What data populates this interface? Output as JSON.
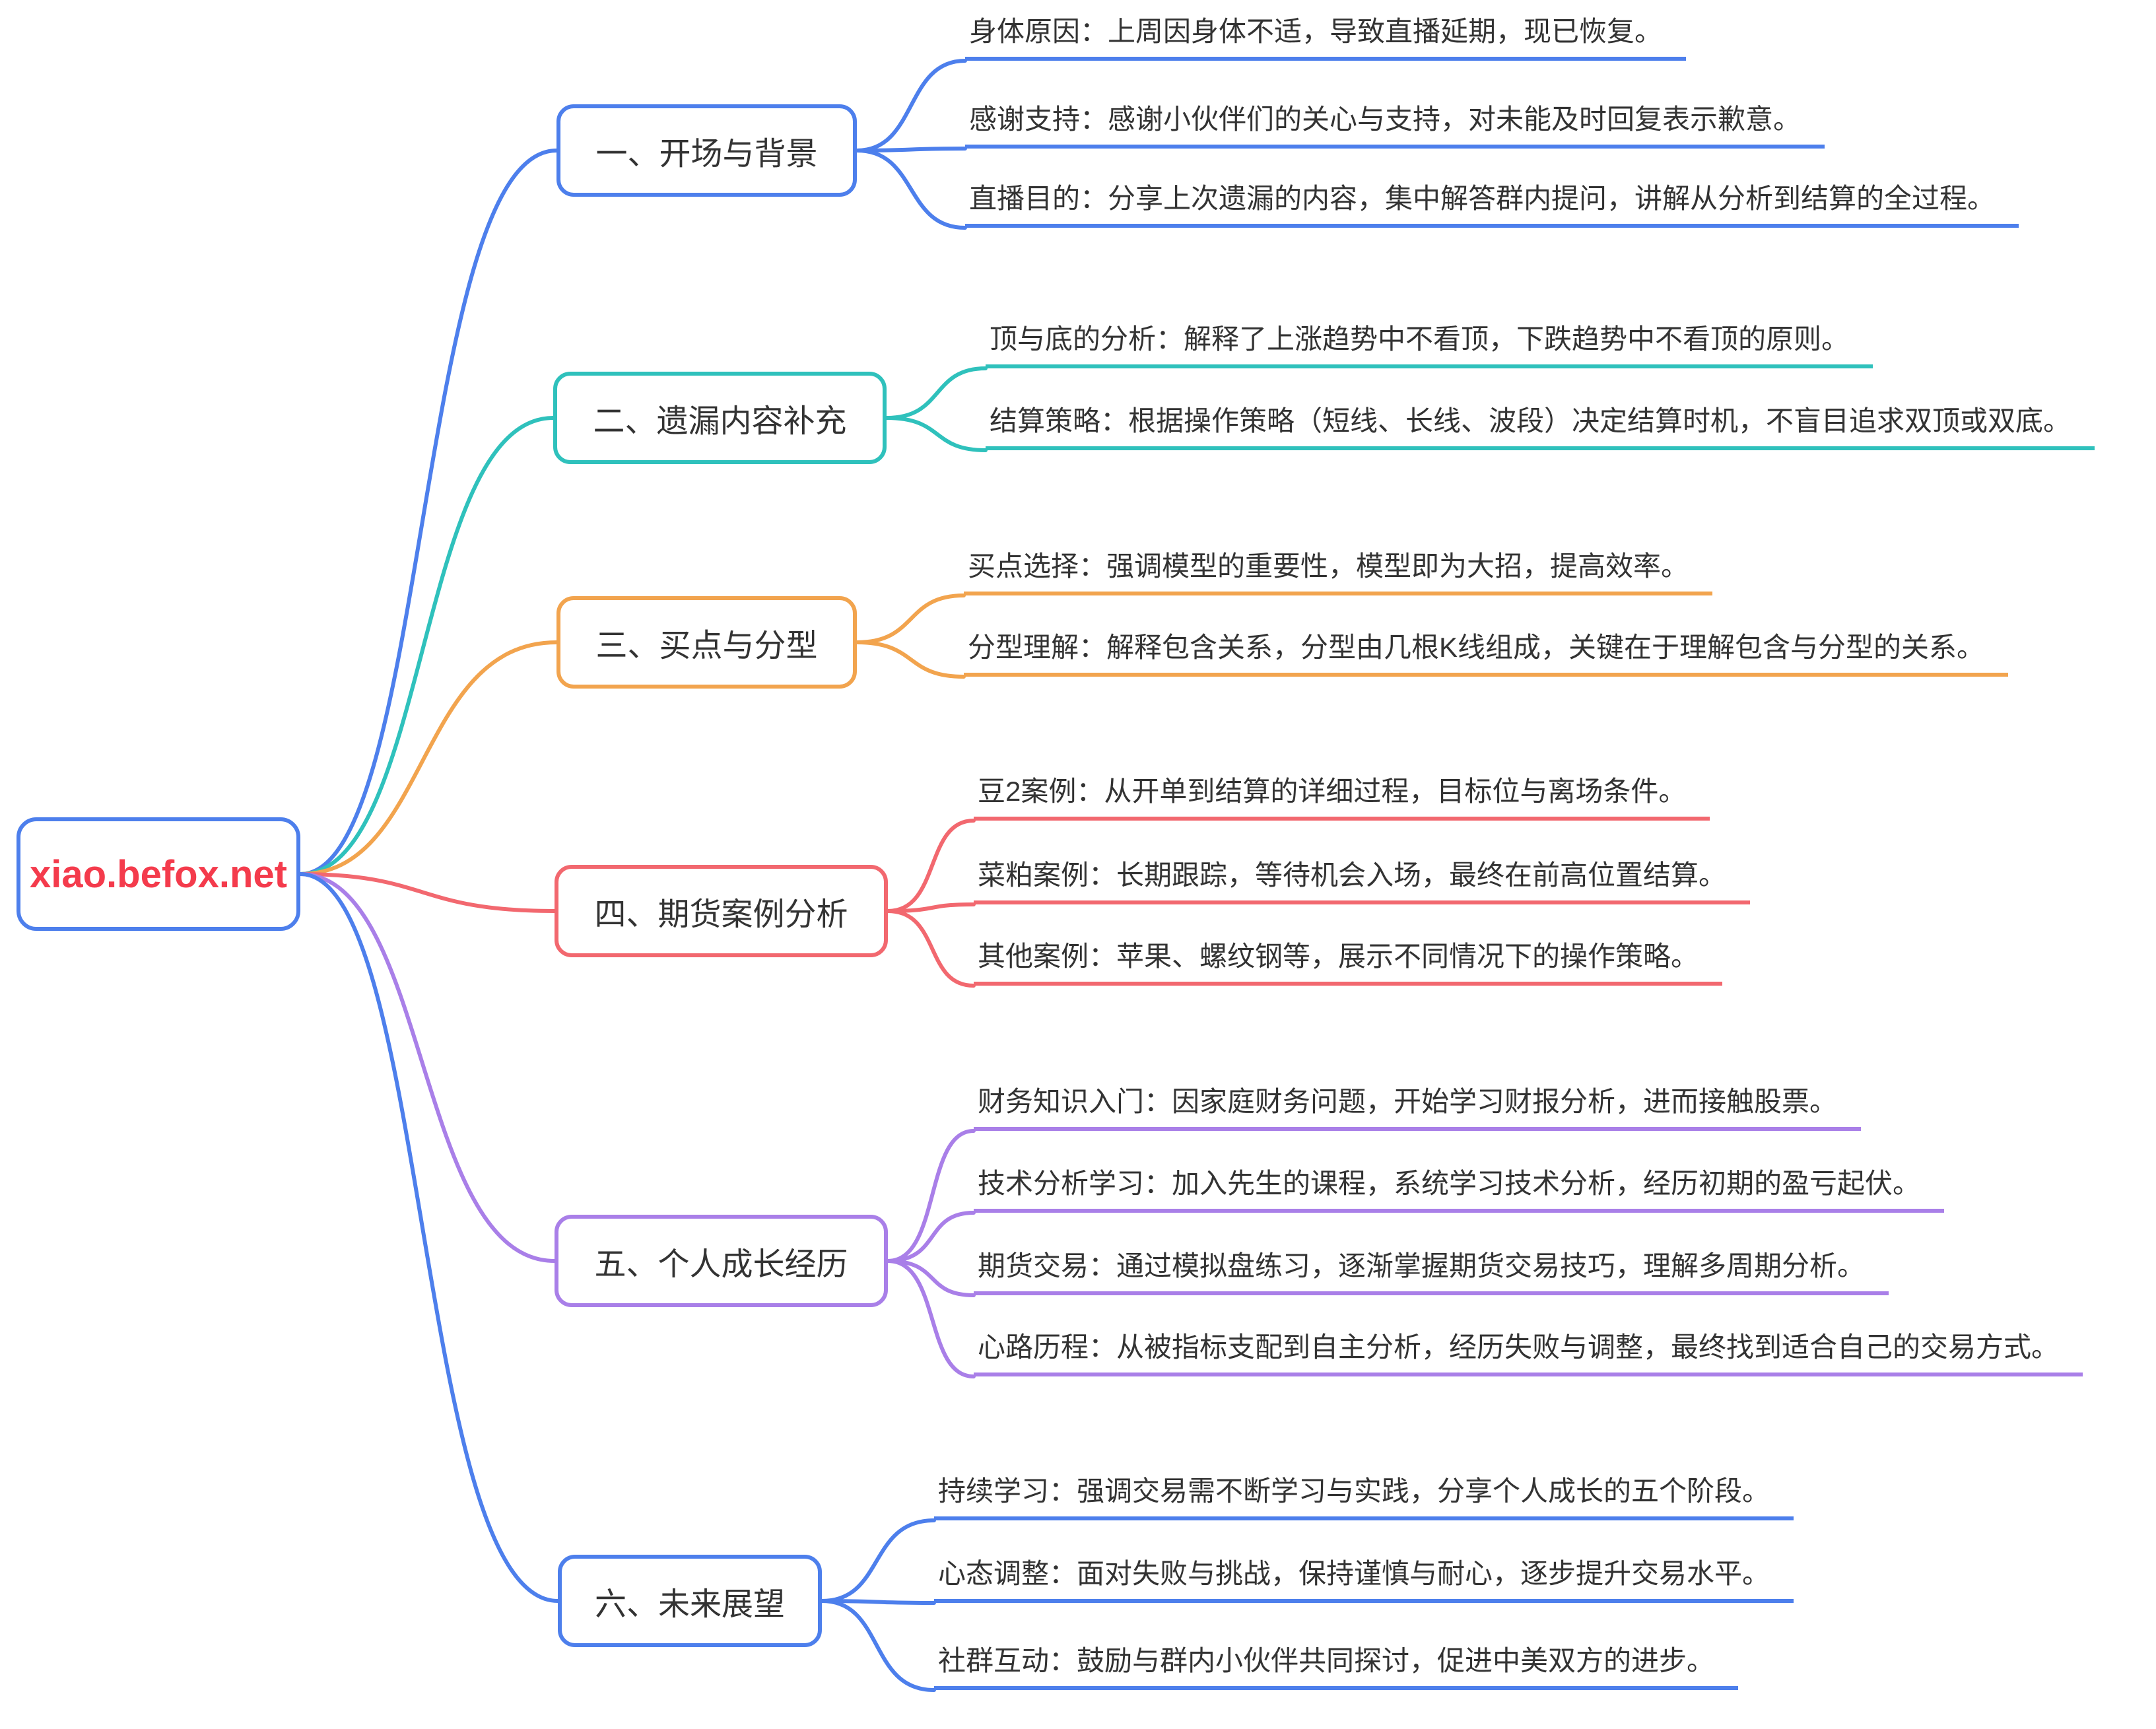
{
  "root": {
    "label": "xiao.befox.net",
    "text_color": "#f43b4c",
    "border_color": "#4d7fec"
  },
  "branches": [
    {
      "label": "一、开场与背景",
      "color": "#4d7fec",
      "leaves": [
        "身体原因：上周因身体不适，导致直播延期，现已恢复。",
        "感谢支持：感谢小伙伴们的关心与支持，对未能及时回复表示歉意。",
        "直播目的：分享上次遗漏的内容，集中解答群内提问，讲解从分析到结算的全过程。"
      ]
    },
    {
      "label": "二、遗漏内容补充",
      "color": "#2fc1bc",
      "leaves": [
        "顶与底的分析：解释了上涨趋势中不看顶，下跌趋势中不看顶的原则。",
        "结算策略：根据操作策略（短线、长线、波段）决定结算时机，不盲目追求双顶或双底。"
      ]
    },
    {
      "label": "三、买点与分型",
      "color": "#f2a44e",
      "leaves": [
        "买点选择：强调模型的重要性，模型即为大招，提高效率。",
        "分型理解：解释包含关系，分型由几根K线组成，关键在于理解包含与分型的关系。"
      ]
    },
    {
      "label": "四、期货案例分析",
      "color": "#f2686f",
      "leaves": [
        "豆2案例：从开单到结算的详细过程，目标位与离场条件。",
        "菜粕案例：长期跟踪，等待机会入场，最终在前高位置结算。",
        "其他案例：苹果、螺纹钢等，展示不同情况下的操作策略。"
      ]
    },
    {
      "label": "五、个人成长经历",
      "color": "#a97fe8",
      "leaves": [
        "财务知识入门：因家庭财务问题，开始学习财报分析，进而接触股票。",
        "技术分析学习：加入先生的课程，系统学习技术分析，经历初期的盈亏起伏。",
        "期货交易：通过模拟盘练习，逐渐掌握期货交易技巧，理解多周期分析。",
        "心路历程：从被指标支配到自主分析，经历失败与调整，最终找到适合自己的交易方式。"
      ]
    },
    {
      "label": "六、未来展望",
      "color": "#4d7fec",
      "leaves": [
        "持续学习：强调交易需不断学习与实践，分享个人成长的五个阶段。",
        "心态调整：面对失败与挑战，保持谨慎与耐心，逐步提升交易水平。",
        "社群互动：鼓励与群内小伙伴共同探讨，促进中美双方的进步。"
      ]
    }
  ]
}
